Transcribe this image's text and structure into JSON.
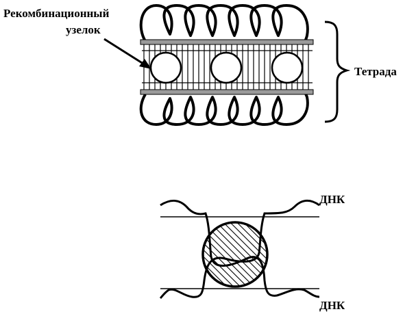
{
  "labels": {
    "recombination_node_line1": "Рекомбинационный",
    "recombination_node_line2": "узелок",
    "tetrad": "Тетрада",
    "dna_top": "ДНК",
    "dna_bottom": "ДНК"
  }
}
